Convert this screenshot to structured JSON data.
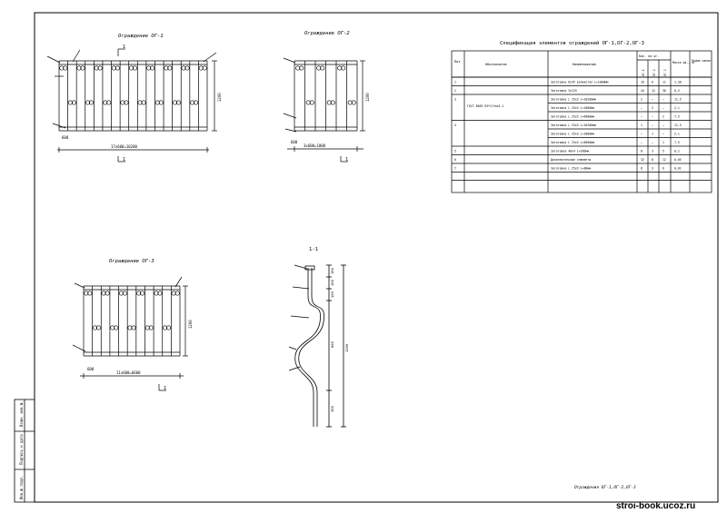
{
  "sheet_title": "Ограждения ОГ-1,ОГ-2,ОГ-3",
  "watermark": "stroi-book.ucoz.ru",
  "views": {
    "og1": {
      "title": "Ограждение ОГ-1",
      "section_mark": "1",
      "width_dim": "17x600=10200",
      "height_dim": "1200",
      "step_label": "600"
    },
    "og2": {
      "title": "Ограждение ОГ-2",
      "section_mark": "1",
      "width_dim": "3x600=1800",
      "height_dim": "1200",
      "step_label": "600"
    },
    "og3": {
      "title": "Ограждение ОГ-3",
      "section_mark": "1",
      "width_dim": "11x600=6600",
      "height_dim": "1200",
      "step_label": "600"
    },
    "section": {
      "title": "1-1",
      "dims": [
        "150",
        "100",
        "100",
        "600",
        "300",
        "1200"
      ]
    }
  },
  "spec": {
    "title": "Спецификация элементов ограждений ОГ-1,ОГ-2,ОГ-3",
    "headers": {
      "pos": "Поз",
      "designation": "Обозначение",
      "name": "Наименование",
      "qty_group": "Кол. на ог.",
      "qty_cols": [
        "ОГ-1",
        "ОГ-2",
        "ОГ-3"
      ],
      "mass": "Масса ед., кг",
      "note": "Приме-чание"
    },
    "group_designation": "ГОСТ 8509-93*Ст3пс5-1",
    "rows": [
      {
        "pos": "1",
        "name": "Заготовка 6x45 волнистая L=1000мм",
        "q1": "16",
        "q2": "6",
        "q3": "11",
        "mass": "1,30"
      },
      {
        "pos": "2",
        "name": "Заготовка 3x125",
        "q1": "44",
        "q2": "12",
        "q3": "30",
        "mass": "0,5"
      },
      {
        "pos": "3",
        "name": "Заготовка L 25x3 L=10200мм",
        "q1": "2",
        "q2": "–",
        "q3": "–",
        "mass": "11,5"
      },
      {
        "pos": "",
        "name": "Заготовка L 25x3 L=1800мм",
        "q1": "–",
        "q2": "2",
        "q3": "–",
        "mass": "2,1"
      },
      {
        "pos": "",
        "name": "Заготовка L 25x3 L=6600мм",
        "q1": "–",
        "q2": "–",
        "q3": "2",
        "mass": "7,5"
      },
      {
        "pos": "4",
        "name": "Заготовка L 25x3 L=10200мм",
        "q1": "1",
        "q2": "–",
        "q3": "–",
        "mass": "11,5"
      },
      {
        "pos": "",
        "name": "Заготовка L 25x3 L=1800мм",
        "q1": "–",
        "q2": "1",
        "q3": "–",
        "mass": "2,1"
      },
      {
        "pos": "",
        "name": "Заготовка L 25x3 L=6600мм",
        "q1": "–",
        "q2": "–",
        "q3": "1",
        "mass": "7,5"
      },
      {
        "pos": "5",
        "name": "Заготовка 40x4 L=180мм",
        "q1": "8",
        "q2": "3",
        "q3": "5",
        "mass": "0,2"
      },
      {
        "pos": "6",
        "name": "Дополнительные элементы",
        "q1": "32",
        "q2": "8",
        "q3": "12",
        "mass": "0,05"
      },
      {
        "pos": "7",
        "name": "Заготовка L 25x3 L=80мм",
        "q1": "8",
        "q2": "3",
        "q3": "6",
        "mass": "0,01"
      }
    ]
  },
  "stamp": {
    "labels": [
      "Взам. инв.№",
      "Подпись и дата",
      "Инв.№ подл."
    ]
  }
}
